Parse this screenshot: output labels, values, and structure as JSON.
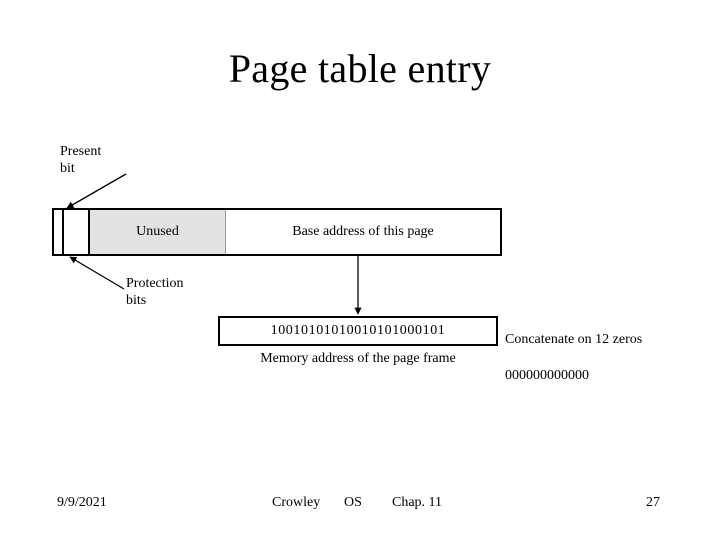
{
  "slide": {
    "title": "Page table entry",
    "background_color": "#ffffff",
    "text_color": "#000000"
  },
  "diagram": {
    "pte_bar": {
      "cells": [
        {
          "name": "present-bit",
          "label": "",
          "fill": "#ffffff"
        },
        {
          "name": "protection-bits",
          "label": "",
          "fill": "#ffffff"
        },
        {
          "name": "unused",
          "label": "Unused",
          "fill": "#e2e2e2"
        },
        {
          "name": "base-address",
          "label": "Base address of this page",
          "fill": "#ffffff"
        }
      ]
    },
    "annotations": {
      "present": "Present\nbit",
      "protection": "Protection\nbits",
      "concatenate": "Concatenate on 12 zeros",
      "concatenate_zeros": "000000000000"
    },
    "address_box": {
      "bits": "10010101010010101000101",
      "caption": "Memory address of the page frame"
    }
  },
  "footer": {
    "date": "9/9/2021",
    "author": "Crowley",
    "course": "OS",
    "chapter": "Chap. 11",
    "page_number": "27"
  }
}
